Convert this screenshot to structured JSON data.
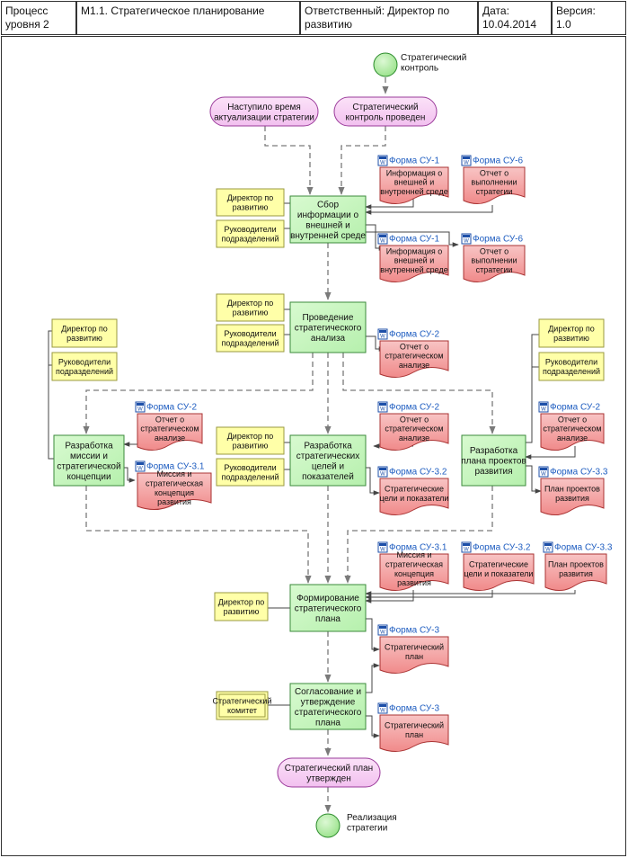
{
  "header": {
    "process_label": "Процесс\nуровня 2",
    "title": "М1.1.  Стратегическое планирование",
    "responsible": "Ответственный: Директор по\nразвитию",
    "date": "Дата:\n10.04.2014",
    "version": "Версия:\n1.0"
  },
  "colors": {
    "event": "#f2c0ef",
    "function": "#b6f0ad",
    "role": "#ffffa8",
    "document": "#f08a8a",
    "terminator": "#99e28a",
    "form_link": "#1d5cc0",
    "flow": "#7a7a7a",
    "line": "#444444"
  },
  "diagram": {
    "start_label": "Стратегический\nконтроль",
    "end_label": "Реализация\nстратегии",
    "events": [
      {
        "label": "Наступило время\nактуализации стратегии"
      },
      {
        "label": "Стратегический\nконтроль проведен"
      },
      {
        "label": "Стратегический план\nутвержден"
      }
    ],
    "functions": [
      {
        "label": "Сбор\nинформации о\nвнешней и\nвнутренней среде"
      },
      {
        "label": "Проведение\nстратегического\nанализа"
      },
      {
        "label": "Разработка\nмиссии и\nстратегической\nконцепции"
      },
      {
        "label": "Разработка\nстратегических\nцелей и\nпоказателей"
      },
      {
        "label": "Разработка\nплана проектов\nразвития"
      },
      {
        "label": "Формирование\nстратегического\nплана"
      },
      {
        "label": "Согласование и\nутверждение\nстратегического\nплана"
      }
    ],
    "roles": [
      {
        "label": "Директор по\nразвитию"
      },
      {
        "label": "Руководители\nподразделений"
      },
      {
        "label": "Директор по\nразвитию"
      },
      {
        "label": "Руководители\nподразделений"
      },
      {
        "label": "Директор по\nразвитию"
      },
      {
        "label": "Руководители\nподразделений"
      },
      {
        "label": "Директор по\nразвитию"
      },
      {
        "label": "Руководители\nподразделений"
      },
      {
        "label": "Директор по\nразвитию"
      },
      {
        "label": "Руководители\nподразделений"
      },
      {
        "label": "Директор по\nразвитию"
      },
      {
        "label": "Стратегический\nкомитет"
      }
    ],
    "documents": [
      {
        "form": "Форма СУ-1",
        "label": "Информация о\nвнешней и\nвнутренней среде"
      },
      {
        "form": "Форма СУ-6",
        "label": "Отчет о\nвыполнении\nстратегии"
      },
      {
        "form": "Форма СУ-1",
        "label": "Информация о\nвнешней и\nвнутренней среде"
      },
      {
        "form": "Форма СУ-6",
        "label": "Отчет о\nвыполнении\nстратегии"
      },
      {
        "form": "Форма СУ-2",
        "label": "Отчет о\nстратегическом\nанализе"
      },
      {
        "form": "Форма СУ-2",
        "label": "Отчет о\nстратегическом\nанализе"
      },
      {
        "form": "Форма СУ-3.1",
        "label": "Миссия и\nстратегическая\nконцепция\nразвития"
      },
      {
        "form": "Форма СУ-2",
        "label": "Отчет о\nстратегическом\nанализе"
      },
      {
        "form": "Форма СУ-3.2",
        "label": "Стратегические\nцели и показатели"
      },
      {
        "form": "Форма СУ-2",
        "label": "Отчет о\nстратегическом\nанализе"
      },
      {
        "form": "Форма СУ-3.3",
        "label": "План проектов\nразвития"
      },
      {
        "form": "Форма СУ-3.1",
        "label": "Миссия и\nстратегическая\nконцепция\nразвития"
      },
      {
        "form": "Форма СУ-3.2",
        "label": "Стратегические\nцели и показатели"
      },
      {
        "form": "Форма СУ-3.3",
        "label": "План проектов\nразвития"
      },
      {
        "form": "Форма СУ-3",
        "label": "Стратегический\nплан"
      },
      {
        "form": "Форма СУ-3",
        "label": "Стратегический\nплан"
      }
    ]
  }
}
